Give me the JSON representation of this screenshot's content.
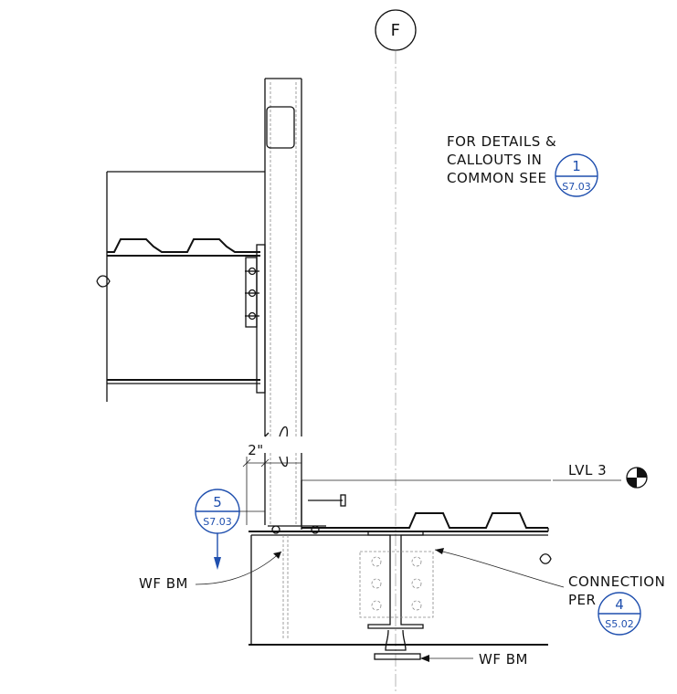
{
  "grid_label": "F",
  "note": {
    "line1": "FOR DETAILS &",
    "line2": "CALLOUTS IN",
    "line3": "COMMON SEE",
    "ref_top": "1",
    "ref_bottom": "S7.03"
  },
  "level": {
    "label": "LVL 3"
  },
  "dimension": {
    "label": "2\""
  },
  "section_ref": {
    "top": "5",
    "bottom": "S7.03"
  },
  "labels": {
    "wf_bm_left": "WF BM",
    "wf_bm_bottom": "WF BM",
    "connection_line1": "CONNECTION",
    "connection_line2": "PER"
  },
  "connection_ref": {
    "top": "4",
    "bottom": "S5.02"
  }
}
